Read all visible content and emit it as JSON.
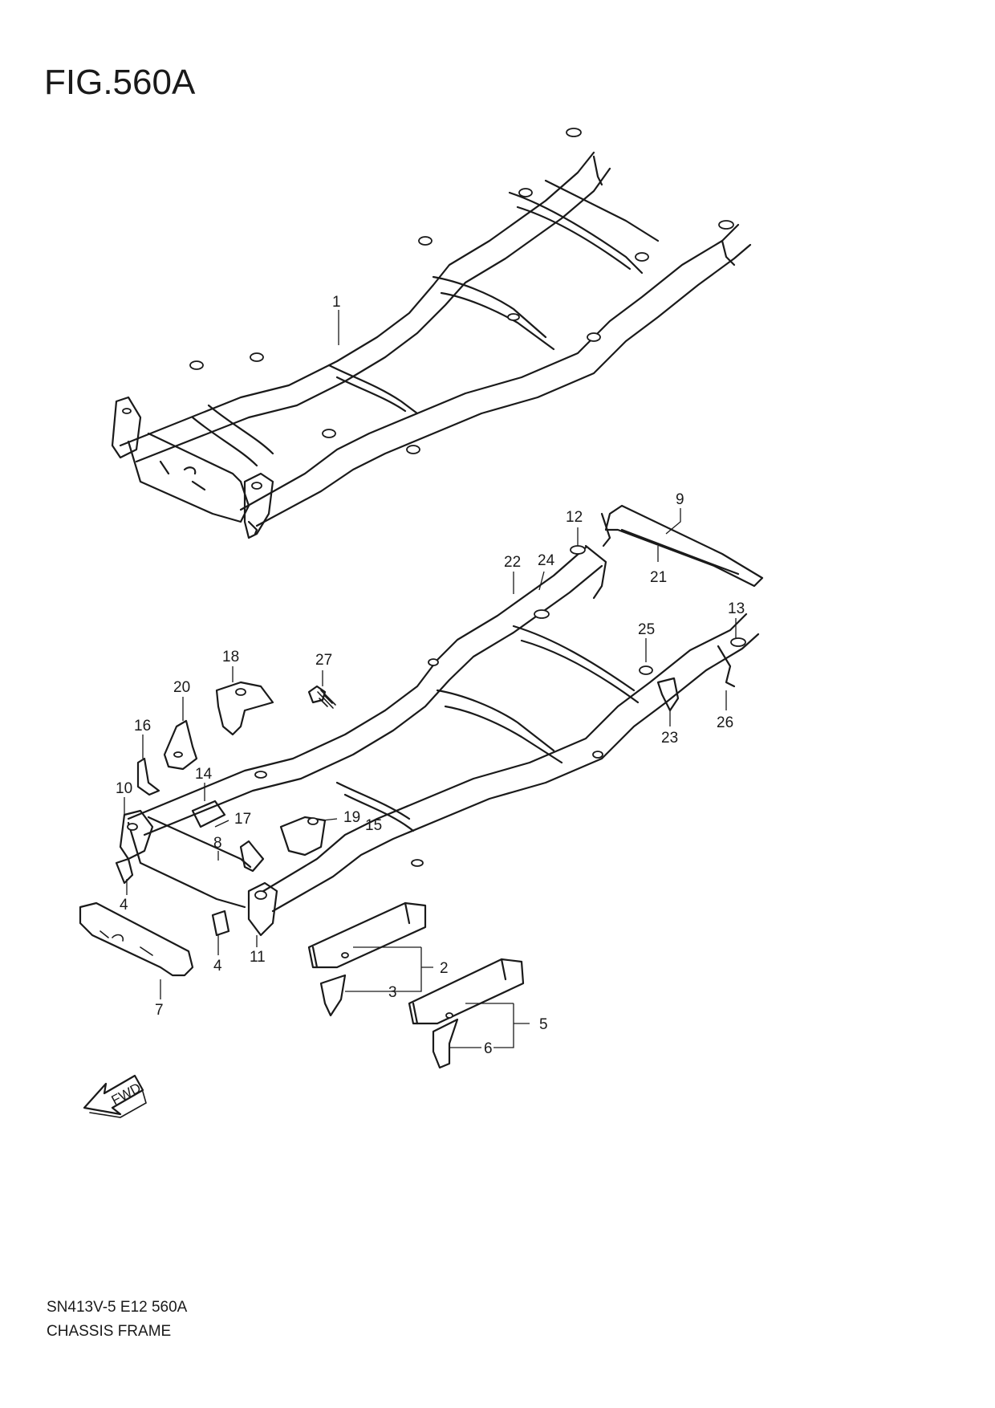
{
  "figure": {
    "title": "FIG.560A",
    "model_code": "SN413V-5 E12 560A",
    "section_name": "CHASSIS FRAME"
  },
  "direction_arrow": {
    "label": "FWD",
    "icon": "forward-arrow-icon"
  },
  "callouts": [
    {
      "id": "c1",
      "label": "1"
    },
    {
      "id": "c2",
      "label": "2"
    },
    {
      "id": "c3",
      "label": "3"
    },
    {
      "id": "c4a",
      "label": "4"
    },
    {
      "id": "c4b",
      "label": "4"
    },
    {
      "id": "c5",
      "label": "5"
    },
    {
      "id": "c6",
      "label": "6"
    },
    {
      "id": "c7",
      "label": "7"
    },
    {
      "id": "c8",
      "label": "8"
    },
    {
      "id": "c9",
      "label": "9"
    },
    {
      "id": "c10",
      "label": "10"
    },
    {
      "id": "c11",
      "label": "11"
    },
    {
      "id": "c12",
      "label": "12"
    },
    {
      "id": "c13",
      "label": "13"
    },
    {
      "id": "c14",
      "label": "14"
    },
    {
      "id": "c15",
      "label": "15"
    },
    {
      "id": "c16",
      "label": "16"
    },
    {
      "id": "c17",
      "label": "17"
    },
    {
      "id": "c18",
      "label": "18"
    },
    {
      "id": "c19",
      "label": "19"
    },
    {
      "id": "c20",
      "label": "20"
    },
    {
      "id": "c21",
      "label": "21"
    },
    {
      "id": "c22",
      "label": "22"
    },
    {
      "id": "c23",
      "label": "23"
    },
    {
      "id": "c24",
      "label": "24"
    },
    {
      "id": "c25",
      "label": "25"
    },
    {
      "id": "c26",
      "label": "26"
    },
    {
      "id": "c27",
      "label": "27"
    }
  ]
}
